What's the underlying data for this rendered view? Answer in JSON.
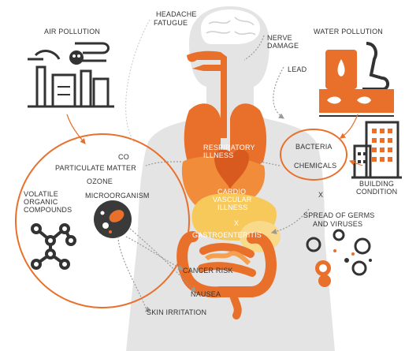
{
  "sources": {
    "air_pollution": "AIR POLLUTION",
    "water_pollution": "WATER POLLUTION",
    "building_condition": [
      "BUILDING",
      "CONDITION"
    ]
  },
  "air_pollutants": {
    "co": "CO",
    "particulate_matter": "PARTICULATE MATTER",
    "ozone": "OZONE",
    "microorganism": "MICROORGANISM",
    "voc": [
      "VOLATILE",
      "ORGANIC",
      "COMPOUNDS"
    ]
  },
  "water_pollutants": {
    "bacteria": "BACTERIA",
    "chemicals": "CHEMICALS",
    "germs": [
      "SPREAD OF GERMS",
      "AND VIRUSES"
    ]
  },
  "effects": {
    "headache": "HEADACHE",
    "fatigue": "FATUGUE",
    "nerve_damage": [
      "NERVE",
      "DAMAGE"
    ],
    "lead": "LEAD",
    "respiratory": [
      "RESPIRATORY",
      "ILLNESS"
    ],
    "cardio": [
      "CARDIO",
      "VASCULAR",
      "ILLNESS"
    ],
    "gastro": "GASTROENTERITIS",
    "cancer": "CANCER RISK",
    "nausea": "NAUSEA",
    "skin": "SKIN IRRITATION"
  },
  "markers": {
    "x1": "X",
    "x2": "X"
  },
  "colors": {
    "orange": "#e8702a",
    "orange_light": "#f4a04f",
    "yellow": "#f7c85a",
    "body_gray": "#e4e4e4",
    "icon_dark": "#333333"
  }
}
